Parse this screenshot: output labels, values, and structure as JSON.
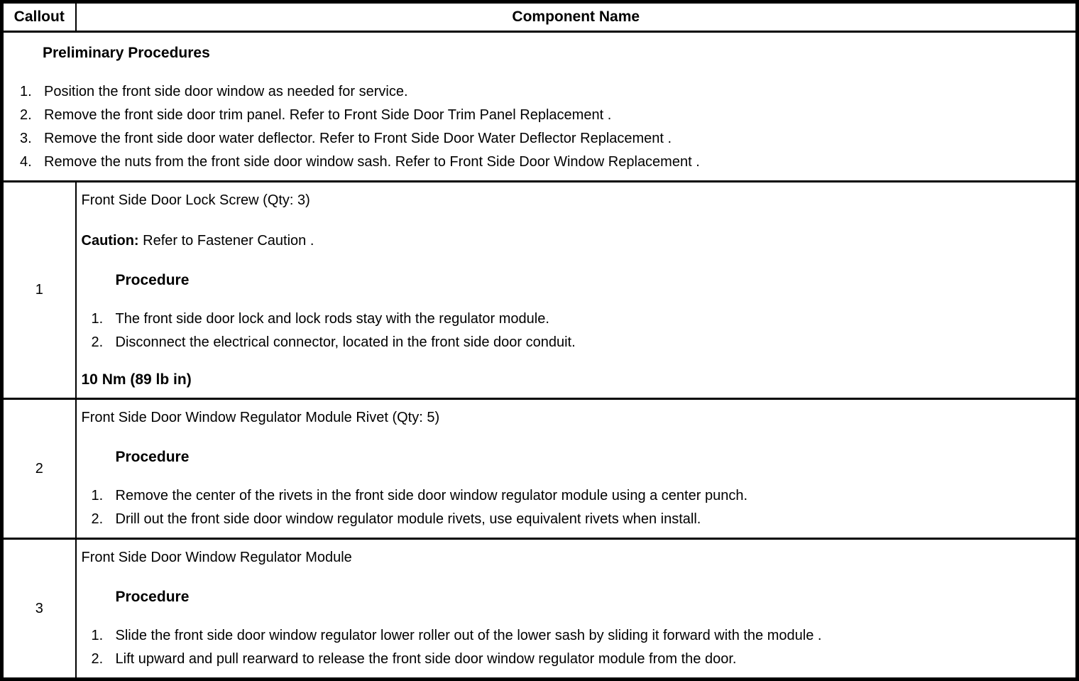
{
  "colors": {
    "border": "#000000",
    "background": "#ffffff",
    "text": "#000000"
  },
  "header": {
    "callout": "Callout",
    "component": "Component Name"
  },
  "preliminary": {
    "title": "Preliminary Procedures",
    "steps": [
      "Position the front side door window as needed for service.",
      "Remove the front side door trim panel. Refer to Front Side Door Trim Panel Replacement .",
      "Remove the front side door water deflector. Refer to Front Side Door Water Deflector Replacement .",
      "Remove the nuts from the front side door window sash. Refer to Front Side Door Window Replacement ."
    ]
  },
  "rows": [
    {
      "callout": "1",
      "title": "Front Side Door Lock Screw (Qty: 3)",
      "caution_label": "Caution:",
      "caution_text": " Refer to Fastener Caution .",
      "procedure_label": "Procedure",
      "steps": [
        "The front side door lock and lock rods stay with the regulator module.",
        "Disconnect the electrical connector, located in the front side door conduit."
      ],
      "torque": "10 Nm (89 lb in)"
    },
    {
      "callout": "2",
      "title": "Front Side Door Window Regulator Module Rivet (Qty: 5)",
      "procedure_label": "Procedure",
      "steps": [
        "Remove the center of the rivets in the front side door window regulator module using a center punch.",
        "Drill out the front side door window regulator module rivets, use equivalent rivets when install."
      ]
    },
    {
      "callout": "3",
      "title": "Front Side Door Window Regulator Module",
      "procedure_label": "Procedure",
      "steps": [
        "Slide the front side door window regulator lower roller out of the lower sash by sliding it forward with the module .",
        "Lift upward and pull rearward to release the front side door window regulator module from the door."
      ]
    }
  ]
}
